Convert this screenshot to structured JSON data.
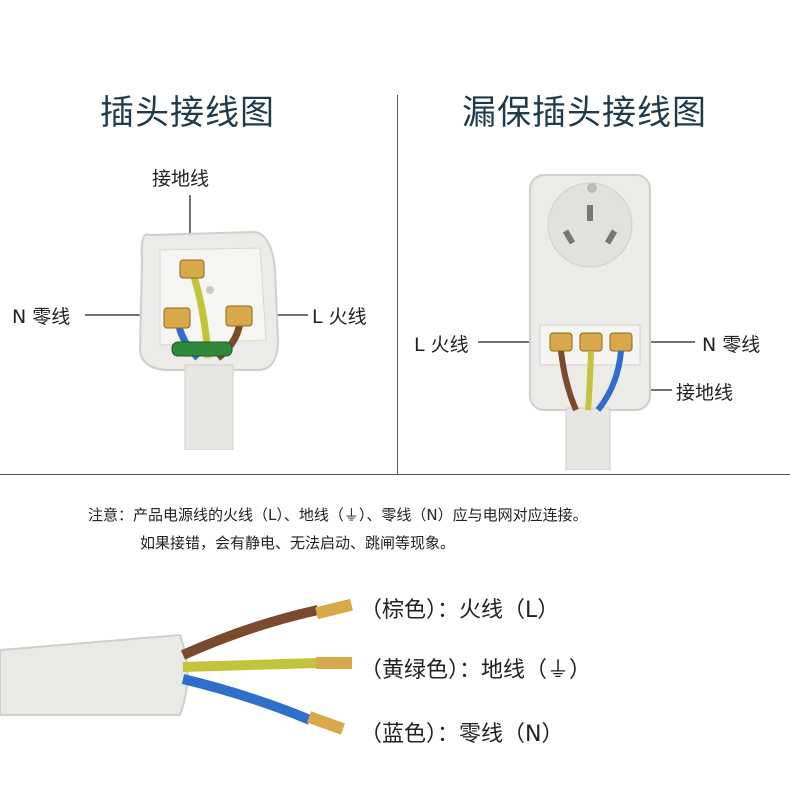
{
  "left": {
    "title": "插头接线图",
    "label_top": "接地线",
    "label_left": "N 零线",
    "label_right": "L 火线"
  },
  "right": {
    "title": "漏保插头接线图",
    "label_left": "L 火线",
    "label_right": "N 零线",
    "label_bottom": "接地线"
  },
  "note": {
    "line1": "注意：产品电源线的火线（L）、地线（⏚）、零线（N）应与电网对应连接。",
    "line2": "如果接错，会有静电、无法启动、跳闸等现象。"
  },
  "wires": [
    {
      "label": "（棕色）：火线（L）",
      "color": "#7a4a2c"
    },
    {
      "label": "（黄绿色）：地线（⏚）",
      "color": "#b8c23a"
    },
    {
      "label": "（蓝色）：零线（N）",
      "color": "#2f6fc9"
    }
  ],
  "colors": {
    "title": "#1f3a4d",
    "brass": "#d9a84a",
    "plug_body": "#e9e9e6"
  }
}
